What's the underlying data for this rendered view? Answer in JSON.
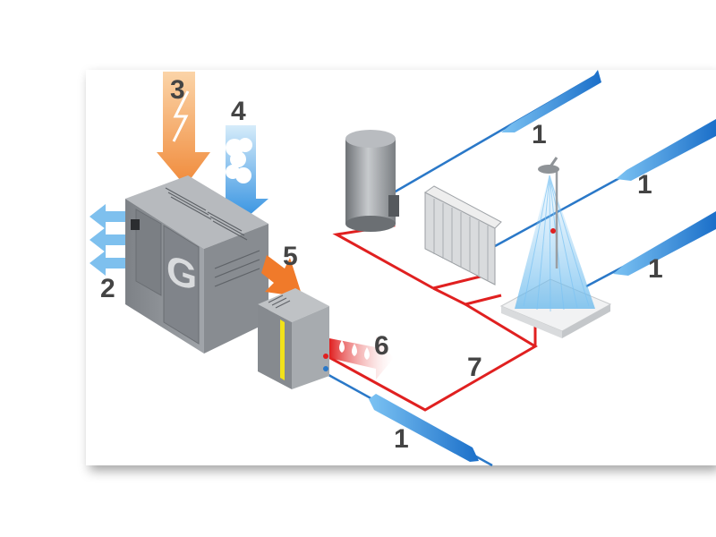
{
  "labels": {
    "water_inlet_tank": "1",
    "water_inlet_radiator": "1",
    "water_inlet_shower": "1",
    "water_inlet_recovery": "1",
    "cooling_air_out": "2",
    "electrical_energy_in": "3",
    "cooling_air_in": "4",
    "heat_flow_to_recovery": "5",
    "hot_water_out": "6",
    "hot_water_circuit": "7"
  },
  "compressor_logo": "G",
  "colors": {
    "water_pipe": "#2a78c8",
    "hot_pipe": "#e02020",
    "electric_arrow": "#f08a3a",
    "air_arrow": "#2f8fe0",
    "heat_arrow": "#f07a2a",
    "unit_body": "#8c9096",
    "accent_yellow": "#f2e21a"
  },
  "icons": [
    "lightning-icon",
    "cloud-icon",
    "water-drop-icon"
  ]
}
